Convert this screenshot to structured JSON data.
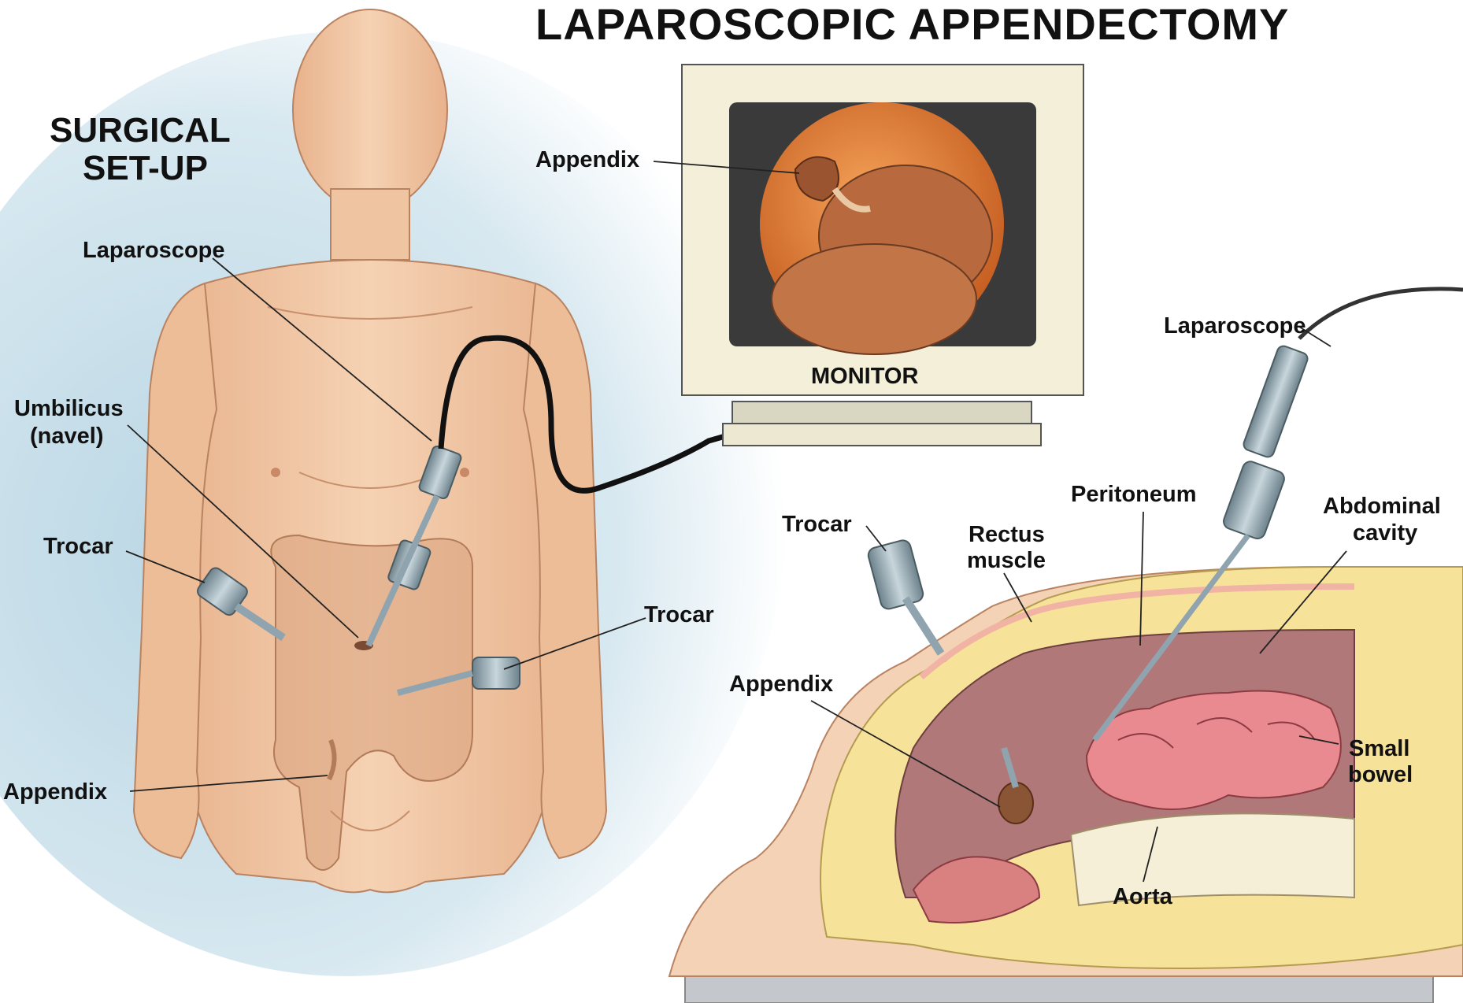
{
  "title": "LAPAROSCOPIC APPENDECTOMY",
  "left_panel": {
    "subtitle_line1": "SURGICAL",
    "subtitle_line2": "SET-UP",
    "labels": {
      "laparoscope": "Laparoscope",
      "umbilicus_line1": "Umbilicus",
      "umbilicus_line2": "(navel)",
      "trocar_left": "Trocar",
      "trocar_right": "Trocar",
      "appendix": "Appendix"
    }
  },
  "monitor": {
    "label": "MONITOR",
    "appendix_label": "Appendix"
  },
  "right_panel": {
    "labels": {
      "laparoscope": "Laparoscope",
      "peritoneum": "Peritoneum",
      "abdominal_line1": "Abdominal",
      "abdominal_line2": "cavity",
      "trocar": "Trocar",
      "rectus_line1": "Rectus",
      "rectus_line2": "muscle",
      "appendix": "Appendix",
      "small_line1": "Small",
      "small_line2": "bowel",
      "aorta": "Aorta"
    }
  },
  "colors": {
    "skin": "#f1c9a6",
    "skin_shade": "#d9a27e",
    "background_blue": "#cfe4ee",
    "muscle_yellow": "#f7e29a",
    "cavity": "#b07878",
    "bowel_pink": "#e88a8f",
    "instrument": "#8fa4ae",
    "monitor_case": "#f3efd8"
  }
}
